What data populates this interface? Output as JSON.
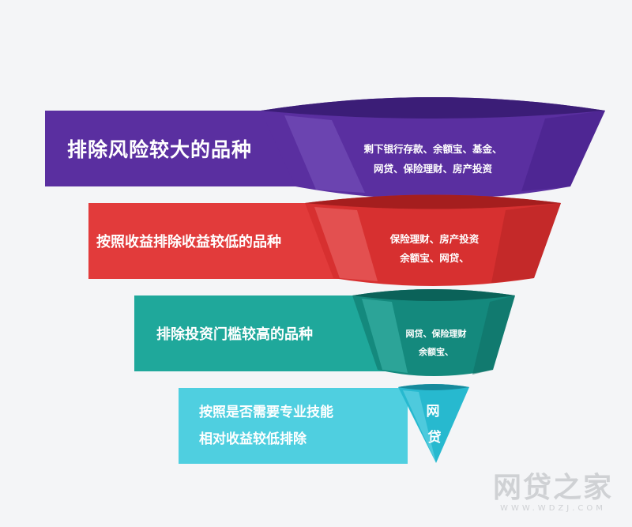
{
  "levels": [
    {
      "label": "排除风险较大的品种",
      "funnel_lines": [
        "剩下银行存款、余额宝、基金、",
        "网贷、保险理财、房产投资"
      ],
      "color": "#5a2fa0"
    },
    {
      "label": "按照收益排除收益较低的品种",
      "funnel_lines": [
        "保险理财、房产投资",
        "余额宝、网贷、"
      ],
      "color": "#e23b3b"
    },
    {
      "label": "排除投资门槛较高的品种",
      "funnel_lines": [
        "网贷、保险理财",
        "余额宝、"
      ],
      "color": "#1fa89b"
    },
    {
      "label_lines": [
        "按照是否需要专业技能",
        "相对收益较低排除"
      ],
      "funnel_lines": [
        "网",
        "贷"
      ],
      "color": "#4fcfe0"
    }
  ],
  "watermark": {
    "main": "网贷之家",
    "sub": "WWW.WDZJ.COM"
  }
}
